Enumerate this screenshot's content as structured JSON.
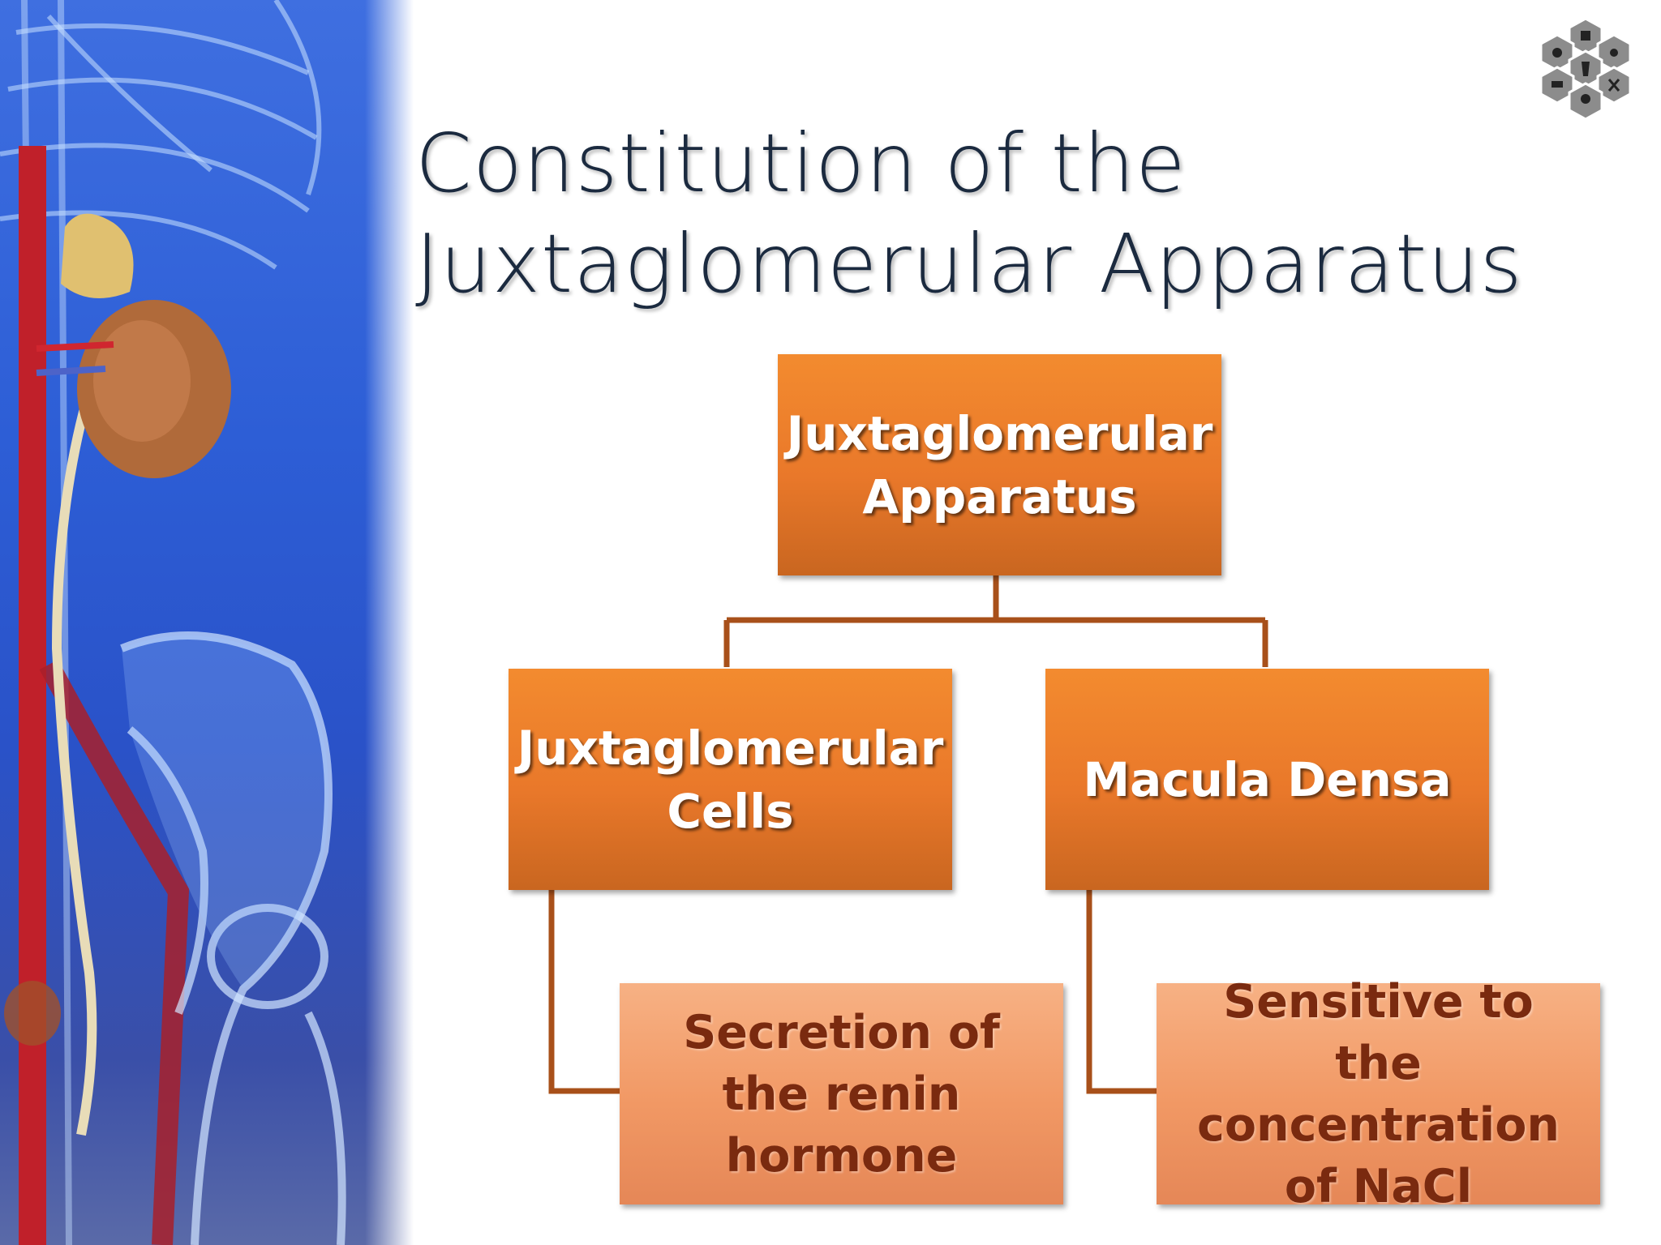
{
  "slide": {
    "title_line1": "Constitution of the",
    "title_line2": "Juxtaglomerular Apparatus"
  },
  "diagram": {
    "root": "Juxtaglomerular Apparatus",
    "branches": [
      {
        "label": "Juxtaglomerular Cells",
        "detail": "Secretion of the renin hormone"
      },
      {
        "label": "Macula Densa",
        "detail": "Sensitive to the concentration of NaCl"
      }
    ]
  },
  "colors": {
    "primary_box": "#e9782a",
    "secondary_box": "#f19864",
    "connector": "#a8501a",
    "title": "#1b2a3f"
  },
  "icons": [
    "anatomy-illustration",
    "medical-hex-logo"
  ]
}
